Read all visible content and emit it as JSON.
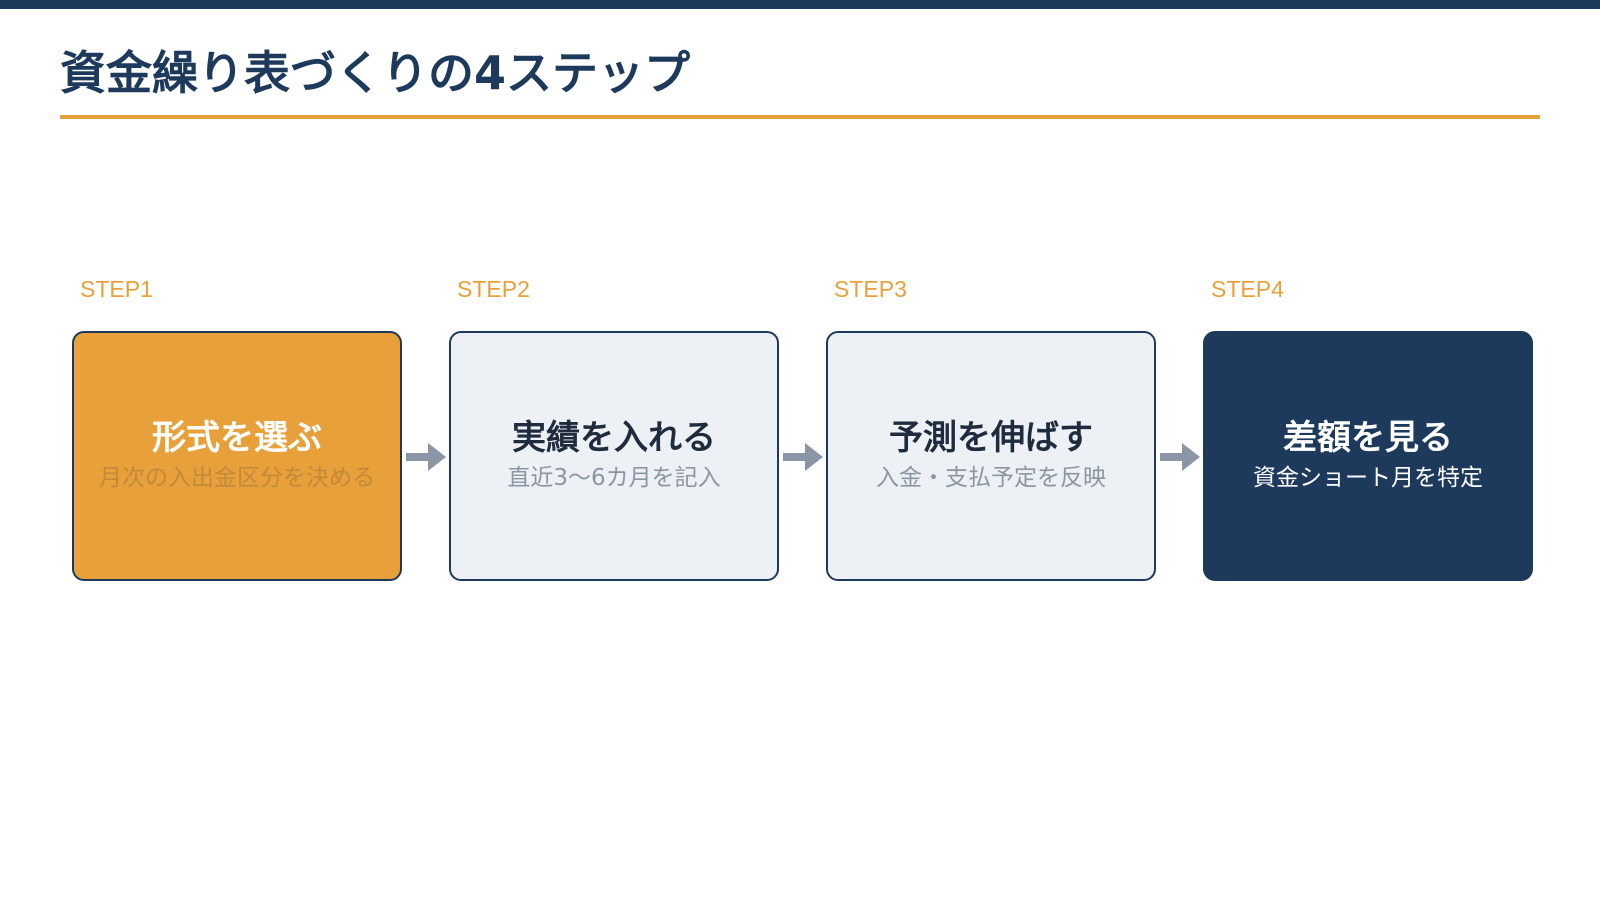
{
  "title": "資金繰り表づくりの4ステップ",
  "steps": [
    {
      "label": "STEP1",
      "title": "形式を選ぶ",
      "subtitle": "月次の入出金区分を決める",
      "style": "highlight"
    },
    {
      "label": "STEP2",
      "title": "実績を入れる",
      "subtitle": "直近3〜6カ月を記入",
      "style": "light"
    },
    {
      "label": "STEP3",
      "title": "予測を伸ばす",
      "subtitle": "入金・支払予定を反映",
      "style": "light"
    },
    {
      "label": "STEP4",
      "title": "差額を見る",
      "subtitle": "資金ショート月を特定",
      "style": "dark"
    }
  ],
  "colors": {
    "navy": "#1d3a5c",
    "accent": "#e8a13a",
    "light": "#edf1f6",
    "arrow": "#8a95a5"
  },
  "icons": {
    "connector": "arrow-right-icon"
  }
}
